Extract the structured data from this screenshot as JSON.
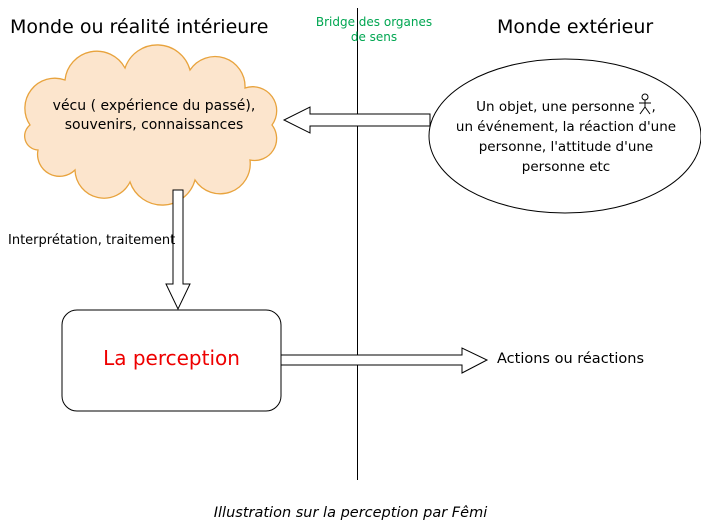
{
  "titles": {
    "left": "Monde ou réalité intérieure",
    "right": "Monde extérieur",
    "bridge_line1": "Bridge des organes",
    "bridge_line2": "de sens"
  },
  "cloud": {
    "line1": "vécu ( expérience du passé),",
    "line2": "souvenirs, connaissances"
  },
  "ellipse": {
    "line1": "Un objet, une personne",
    "line1_after_figure": ",",
    "line2": "un événement,  la réaction d'une",
    "line3": "personne, l'attitude d'une",
    "line4": "personne etc"
  },
  "labels": {
    "interpretation": "Interprétation, traitement",
    "perception": "La perception",
    "actions": "Actions ou réactions",
    "caption": "Illustration sur la perception par Fêmi"
  },
  "colors": {
    "bridge_text": "#00a651",
    "cloud_fill": "#fce5cd",
    "cloud_stroke": "#e8a33d",
    "perception_text": "#ee0000",
    "line_stroke": "#000000"
  }
}
